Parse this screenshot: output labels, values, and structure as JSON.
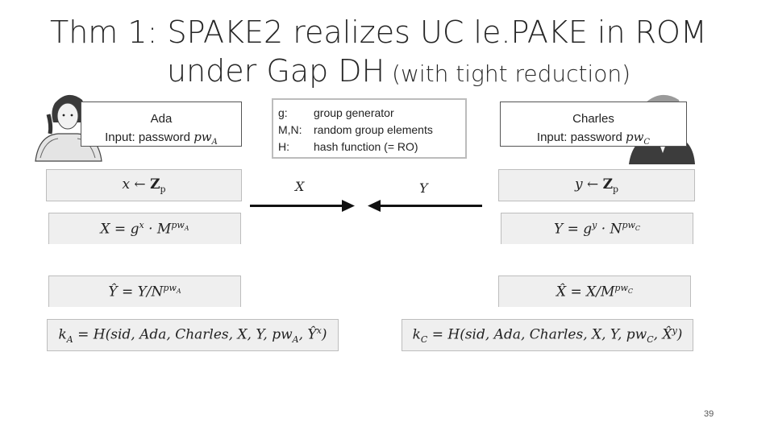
{
  "title": {
    "line1": "Thm 1:  SPAKE2 realizes UC le.PAKE in ROM",
    "line2_main": "under Gap DH",
    "line2_small": " (with tight reduction)"
  },
  "ada": {
    "name": "Ada",
    "input_label": "Input: password ",
    "password": "pwA",
    "step1": "x ← Zp",
    "step2": "X = gx · Mpw_A",
    "step3": "Ŷ = Y/Npw_A",
    "key": "kA = H(sid, Ada, Charles, X, Y, pwA, Ŷx)"
  },
  "charles": {
    "name": "Charles",
    "input_label": "Input: password ",
    "password": "pwC",
    "step1": "y ← Zp",
    "step2": "Y = gy · Npw_C",
    "step3": "X̂ = X/Mpw_C",
    "key": "kC = H(sid, Ada, Charles, X, Y, pwC, X̂y)"
  },
  "legend": [
    {
      "key": "g:",
      "value": "group generator"
    },
    {
      "key": "M,N:",
      "value": "random group elements"
    },
    {
      "key": "H:",
      "value": "hash function (= RO)"
    }
  ],
  "messages": {
    "to_charles": "X",
    "to_ada": "Y"
  },
  "page_number": "39"
}
